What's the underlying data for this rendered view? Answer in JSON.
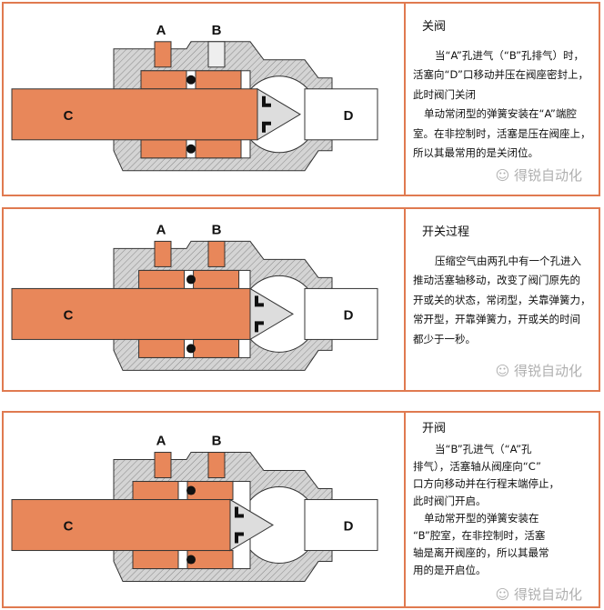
{
  "panels": [
    {
      "state": "closed",
      "labels": {
        "a": "A",
        "b": "B",
        "c": "C",
        "d": "D"
      },
      "title": "关阀",
      "lines": [
        "当“A”孔进气（“B”孔排气）时，",
        "活塞向“D”口移动并压在阀座密封上，",
        "此时阀门关闭",
        "单动常闭型的弹簧安装在“A”端腔",
        "室。在非控制时，活塞是压在阀座上，",
        "所以其最常用的是关闭位。"
      ],
      "watermark": "得锐自动化"
    },
    {
      "state": "moving",
      "labels": {
        "a": "A",
        "b": "B",
        "c": "C",
        "d": "D"
      },
      "title": "开关过程",
      "lines": [
        "压缩空气由两孔中有一个孔进入",
        "推动活塞轴移动，改变了阀门原先的",
        "开或关的状态，常闭型，关靠弹簧力，",
        "常开型，开靠弹簧力，开或关的时间",
        "都少于一秒。"
      ],
      "watermark": "得锐自动化"
    },
    {
      "state": "open",
      "labels": {
        "a": "A",
        "b": "B",
        "c": "C",
        "d": "D"
      },
      "title": "开阀",
      "lines": [
        "当“B”孔进气（“A”孔",
        "排气），活塞轴从阀座向“C”",
        "口方向移动并在行程末端停止，",
        "此时阀门开启。",
        "单动常开型的弹簧安装在",
        "“B”腔室，在非控制时，活塞",
        "轴是离开阀座的，所以其最常",
        "用的是开启位。"
      ],
      "watermark": "得锐自动化"
    }
  ],
  "colors": {
    "border": "#e07a50",
    "piston": "#e8875a",
    "body": "#c8c8c8"
  }
}
